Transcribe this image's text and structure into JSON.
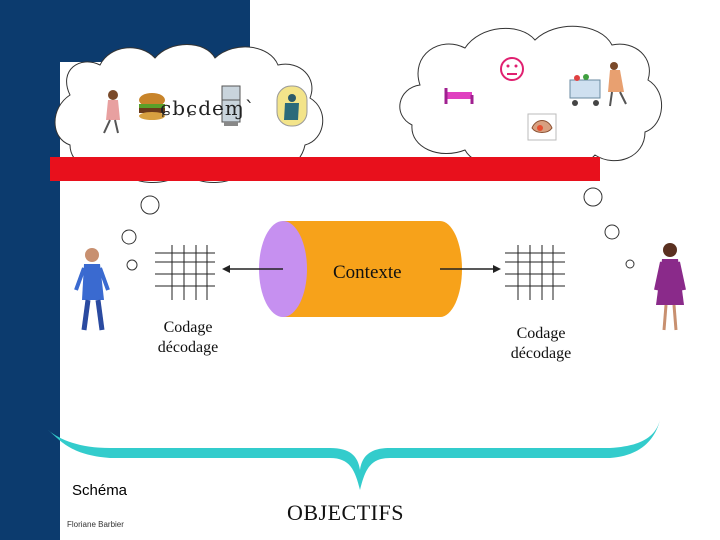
{
  "glyph_string": "ɕbɕdeɱˋ",
  "contexte_label": "Contexte",
  "left_label": {
    "line1": "Codage",
    "line2": "décodage"
  },
  "right_label": {
    "line1": "Codage",
    "line2": "décodage"
  },
  "schema_label": "Schéma",
  "author": "Floriane Barbier",
  "objectifs_label": "OBJECTIFS",
  "colors": {
    "sidebar": "#0c3b6e",
    "red_bar": "#e8101c",
    "cylinder": "#f7a21a",
    "cylinder_end": "#c690f0",
    "brace": "#33cccc"
  },
  "icons": [
    "woman-figure-icon",
    "burger-icon",
    "fridge-icon",
    "praying-figure-icon",
    "bed-icon",
    "neutral-face-icon",
    "shopping-cart-woman-icon",
    "hands-icon",
    "man-figure-icon",
    "woman-figure-right-icon"
  ]
}
